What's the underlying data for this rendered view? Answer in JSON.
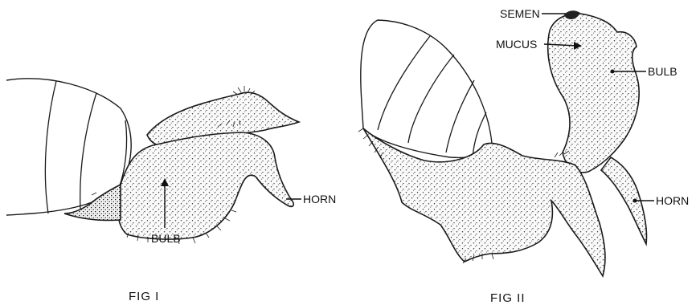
{
  "figures": [
    {
      "caption": "FIG I",
      "labels": {
        "bulb": "BULB",
        "horn": "HORN"
      }
    },
    {
      "caption": "FIG II",
      "labels": {
        "semen": "SEMEN",
        "mucus": "MUCUS",
        "bulb": "BULB",
        "horn": "HORN"
      }
    }
  ],
  "colors": {
    "ink": "#1a1a1a",
    "paper": "#ffffff"
  }
}
